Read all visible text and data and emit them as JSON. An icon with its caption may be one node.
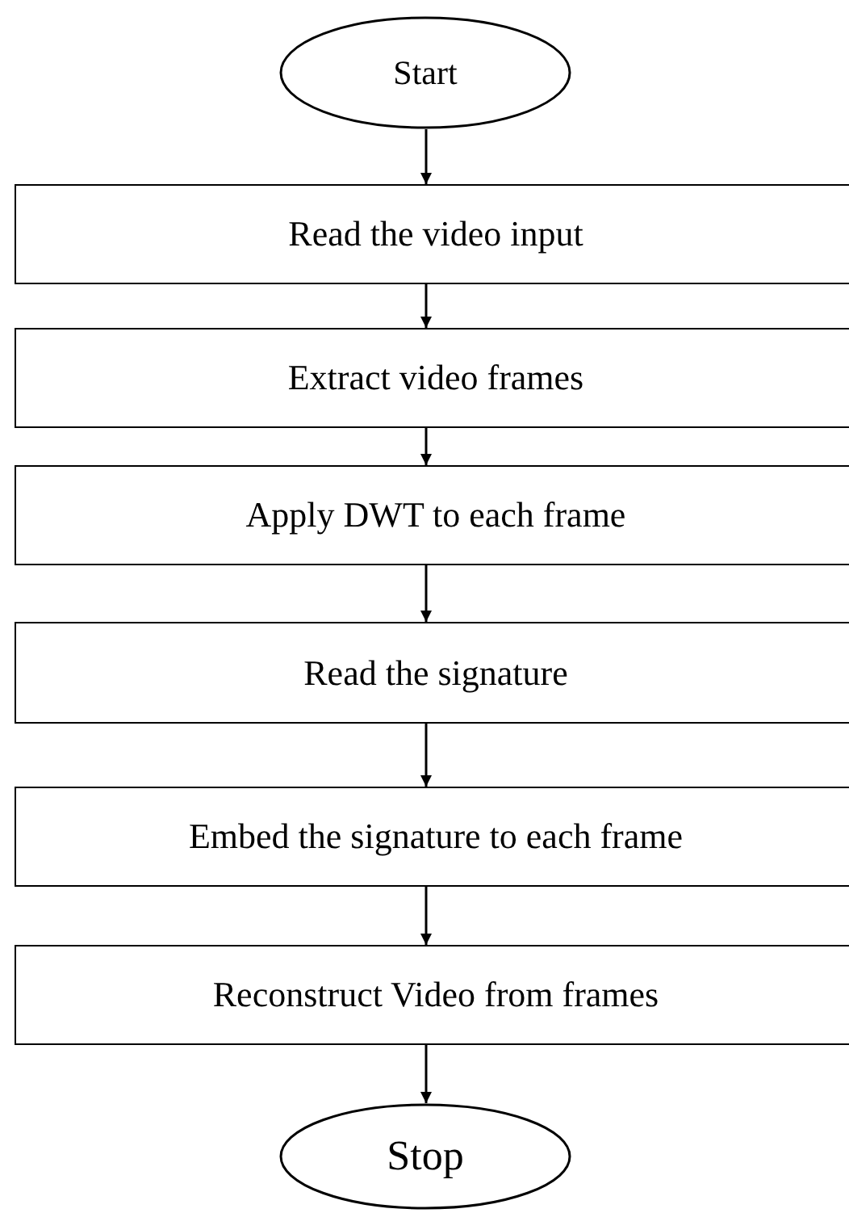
{
  "diagram": {
    "nodes": [
      {
        "text": [
          "Start"
        ]
      },
      {
        "text": [
          "Read the video input"
        ]
      },
      {
        "text": [
          "Extract video frames"
        ]
      },
      {
        "text": [
          "Apply DWT to each frame"
        ]
      },
      {
        "text": [
          "Read the signature"
        ]
      },
      {
        "text": [
          "Embed the signature to each frame"
        ]
      },
      {
        "text": [
          "Reconstruct Video from frames"
        ]
      },
      {
        "text": [
          "Stop"
        ]
      }
    ],
    "edges": [
      {
        "from": 0,
        "to": 1,
        "arrow": "to"
      },
      {
        "from": 1,
        "to": 2,
        "arrow": "to"
      },
      {
        "from": 2,
        "to": 3,
        "arrow": "to"
      },
      {
        "from": 3,
        "to": 4,
        "arrow": "to"
      },
      {
        "from": 4,
        "to": 5,
        "arrow": "to"
      },
      {
        "from": 5,
        "to": 6,
        "arrow": "to"
      },
      {
        "from": 6,
        "to": 7,
        "arrow": "to"
      }
    ]
  }
}
